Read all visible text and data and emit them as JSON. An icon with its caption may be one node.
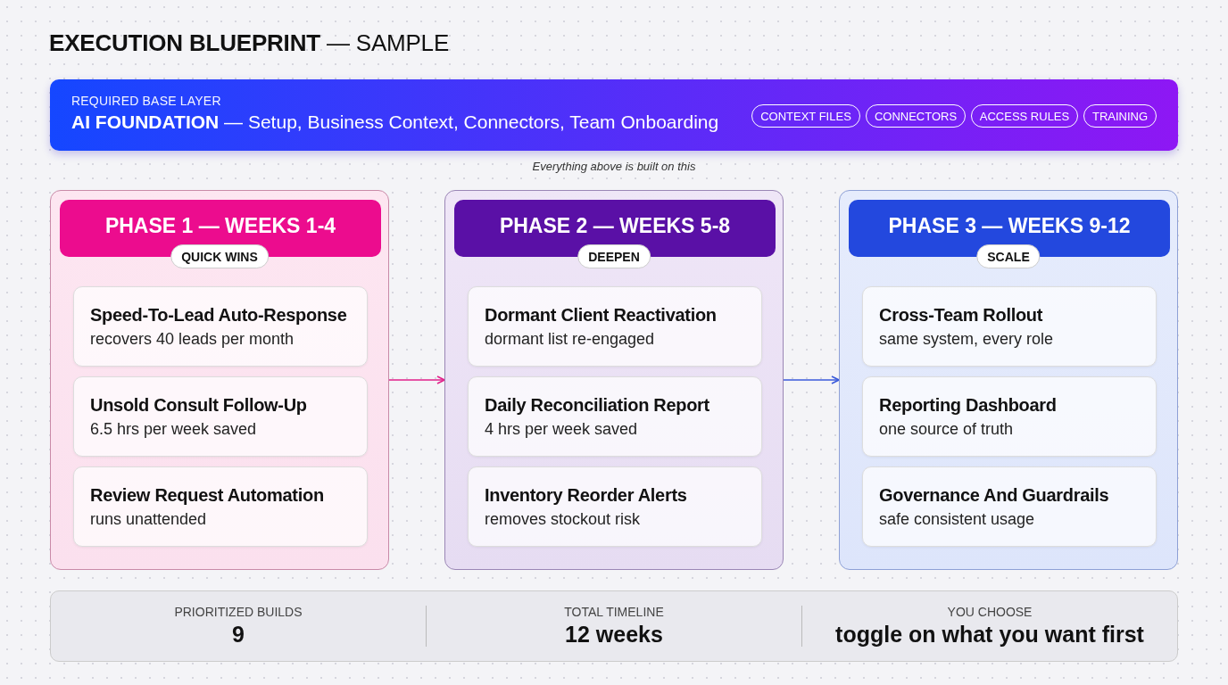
{
  "diagram": {
    "title": "**EXECUTION BLUEPRINT** — SAMPLE",
    "nodes": [
      {
        "text": [
          "REQUIRED BASE LAYER",
          "**AI FOUNDATION** — Setup, Business Context, Connectors, Team Onboarding"
        ]
      },
      {
        "text": [
          "CONTEXT FILES"
        ],
        "in": 0
      },
      {
        "text": [
          "CONNECTORS"
        ],
        "in": 0
      },
      {
        "text": [
          "ACCESS RULES"
        ],
        "in": 0
      },
      {
        "text": [
          "TRAINING"
        ],
        "in": 0
      },
      {
        "text": [],
        "shape": "box"
      },
      {
        "text": [
          "PHASE 1 — WEEKS 1-4"
        ],
        "in": 5
      },
      {
        "text": [
          "QUICK WINS"
        ],
        "in": 5
      },
      {
        "text": [
          "Speed-To-Lead Auto-Response",
          "recovers 40 leads per month"
        ],
        "in": 5
      },
      {
        "text": [
          "Unsold Consult Follow-Up",
          "6.5 hrs per week saved"
        ],
        "in": 5
      },
      {
        "text": [
          "Review Request Automation",
          "runs unattended"
        ],
        "in": 5
      },
      {
        "text": [],
        "shape": "box"
      },
      {
        "text": [
          "PHASE 2 — WEEKS 5-8"
        ],
        "in": 11
      },
      {
        "text": [
          "DEEPEN"
        ],
        "in": 11
      },
      {
        "text": [
          "Dormant Client Reactivation",
          "dormant list re-engaged"
        ],
        "in": 11
      },
      {
        "text": [
          "Daily Reconciliation Report",
          "4 hrs per week saved"
        ],
        "in": 11
      },
      {
        "text": [
          "Inventory Reorder Alerts",
          "removes stockout risk"
        ],
        "in": 11
      },
      {
        "text": [],
        "shape": "box"
      },
      {
        "text": [
          "PHASE 3 — WEEKS 9-12"
        ],
        "in": 17
      },
      {
        "text": [
          "SCALE"
        ],
        "in": 17
      },
      {
        "text": [
          "Cross-Team Rollout",
          "same system, every role"
        ],
        "in": 17
      },
      {
        "text": [
          "Reporting Dashboard",
          "one source of truth"
        ],
        "in": 17
      },
      {
        "text": [
          "Governance And Guardrails",
          "safe consistent usage"
        ],
        "in": 17
      },
      {
        "text": [
          "PRIORITIZED BUILDS",
          "9",
          "TOTAL TIMELINE",
          "12 weeks",
          "YOU CHOOSE",
          "toggle on what you want first"
        ]
      }
    ],
    "edges": [
      {
        "from": 5,
        "to": 11,
        "arrow": "to",
        "color": "#e0218a"
      },
      {
        "from": 11,
        "to": 17,
        "arrow": "to",
        "color": "#3b5bdb"
      }
    ],
    "labels": [
      "Everything above is built on this"
    ]
  }
}
